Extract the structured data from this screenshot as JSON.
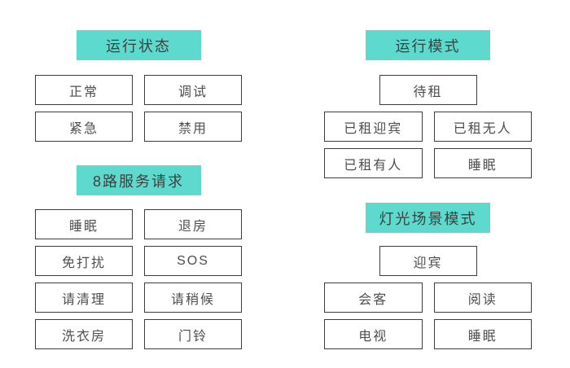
{
  "colors": {
    "page_bg": "#ffffff",
    "header_bg": "#5DD9CE",
    "header_text": "#3f3f3f",
    "button_bg": "#ffffff",
    "button_border": "#3c3c3c",
    "button_text": "#4e4e4e"
  },
  "sections": [
    {
      "id": "run-status",
      "title": "运行状态",
      "buttons": [
        "正常",
        "调试",
        "紧急",
        "禁用"
      ]
    },
    {
      "id": "service-request",
      "title": "8路服务请求",
      "buttons": [
        "睡眠",
        "退房",
        "免打扰",
        "SOS",
        "请清理",
        "请稍候",
        "洗衣房",
        "门铃"
      ]
    },
    {
      "id": "run-mode",
      "title": "运行模式",
      "featured": "待租",
      "buttons": [
        "已租迎宾",
        "已租无人",
        "已租有人",
        "睡眠"
      ]
    },
    {
      "id": "light-scene",
      "title": "灯光场景模式",
      "featured": "迎宾",
      "buttons": [
        "会客",
        "阅读",
        "电视",
        "睡眠"
      ]
    }
  ]
}
